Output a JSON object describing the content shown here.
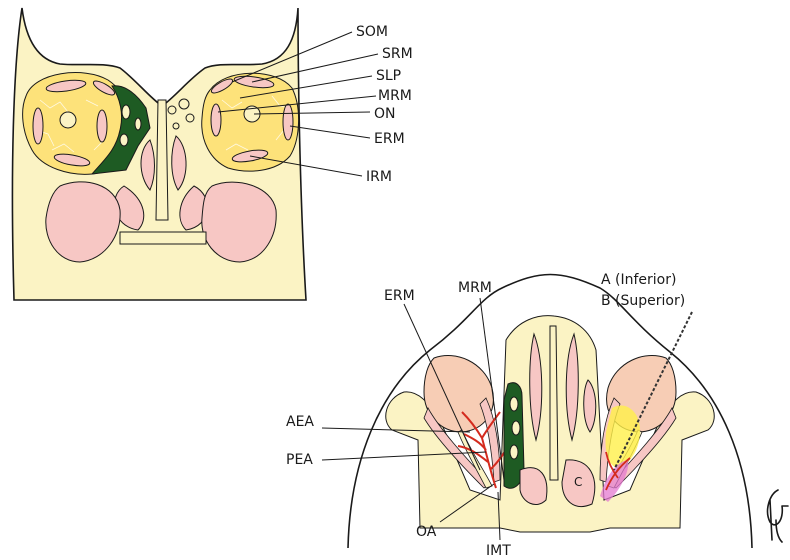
{
  "colors": {
    "bone": "#fbf3c4",
    "sinus": "#f7c7c4",
    "orbital_fat": "#fde27a",
    "ethmoid_green": "#1e5b23",
    "eye_globe": "#f7cdb5",
    "vessel": "#d42b1e",
    "highlight_yellow": "#fff04a",
    "highlight_magenta": "#e47ad0",
    "outline": "#1a1a1a"
  },
  "coronal": {
    "labels": {
      "som": "SOM",
      "srm": "SRM",
      "slp": "SLP",
      "mrm": "MRM",
      "on": "ON",
      "erm": "ERM",
      "irm": "IRM"
    }
  },
  "axial": {
    "labels": {
      "erm": "ERM",
      "mrm": "MRM",
      "trajectory_a": "A (Inferior)",
      "trajectory_b": "B (Superior)",
      "aea": "AEA",
      "pea": "PEA",
      "oa": "OA",
      "imt": "IMT",
      "c": "C"
    }
  },
  "signature": "GH"
}
